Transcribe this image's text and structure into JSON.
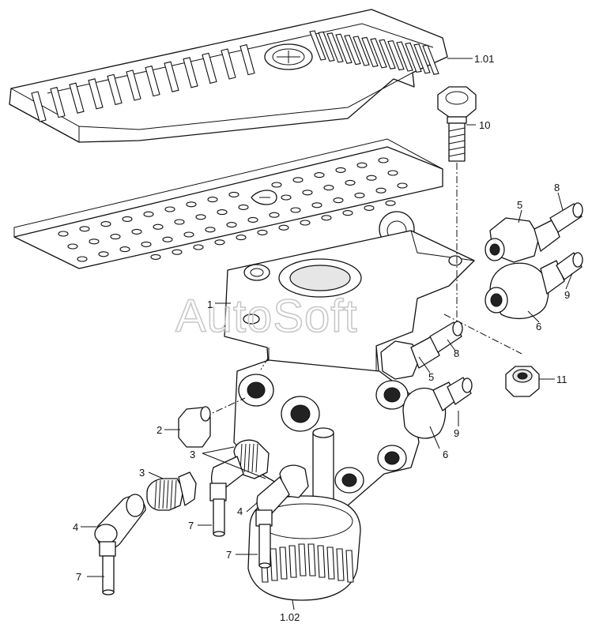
{
  "watermark": "AutoSoft",
  "callouts": {
    "c101": "1.01",
    "c10": "10",
    "c8a": "8",
    "c5a": "5",
    "c9a": "9",
    "c6a": "6",
    "c1": "1",
    "c8b": "8",
    "c5b": "5",
    "c11": "11",
    "c2": "2",
    "c9b": "9",
    "c6b": "6",
    "c3a": "3",
    "c3b": "3",
    "c4a": "4",
    "c4b": "4",
    "c7a": "7",
    "c7b": "7",
    "c7c": "7",
    "c102": "1.02"
  }
}
